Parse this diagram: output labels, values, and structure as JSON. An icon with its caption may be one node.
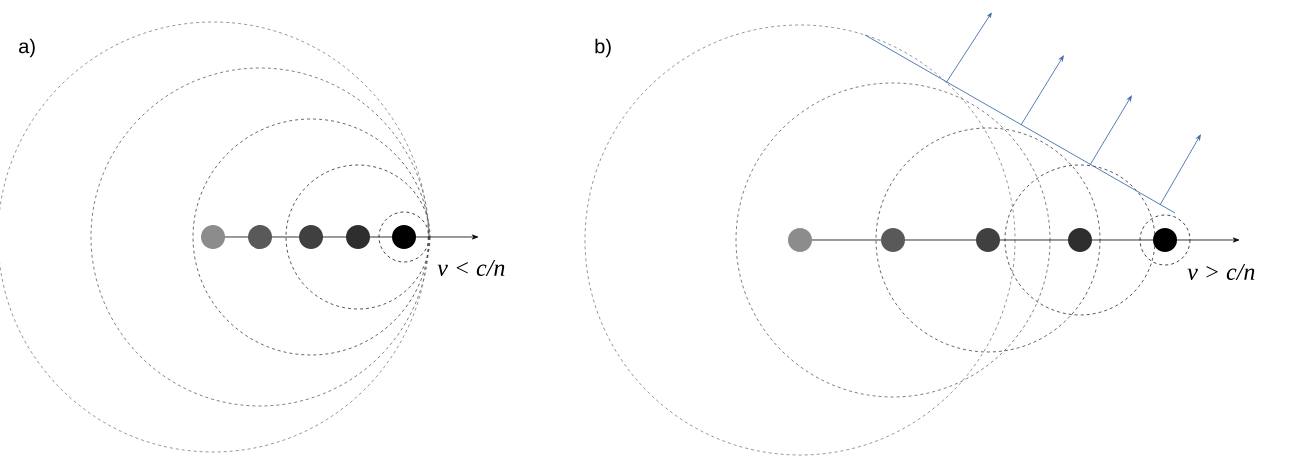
{
  "diagram": {
    "labels": [
      "a)",
      "b)",
      "v < c/n",
      "v > c/n"
    ]
  }
}
